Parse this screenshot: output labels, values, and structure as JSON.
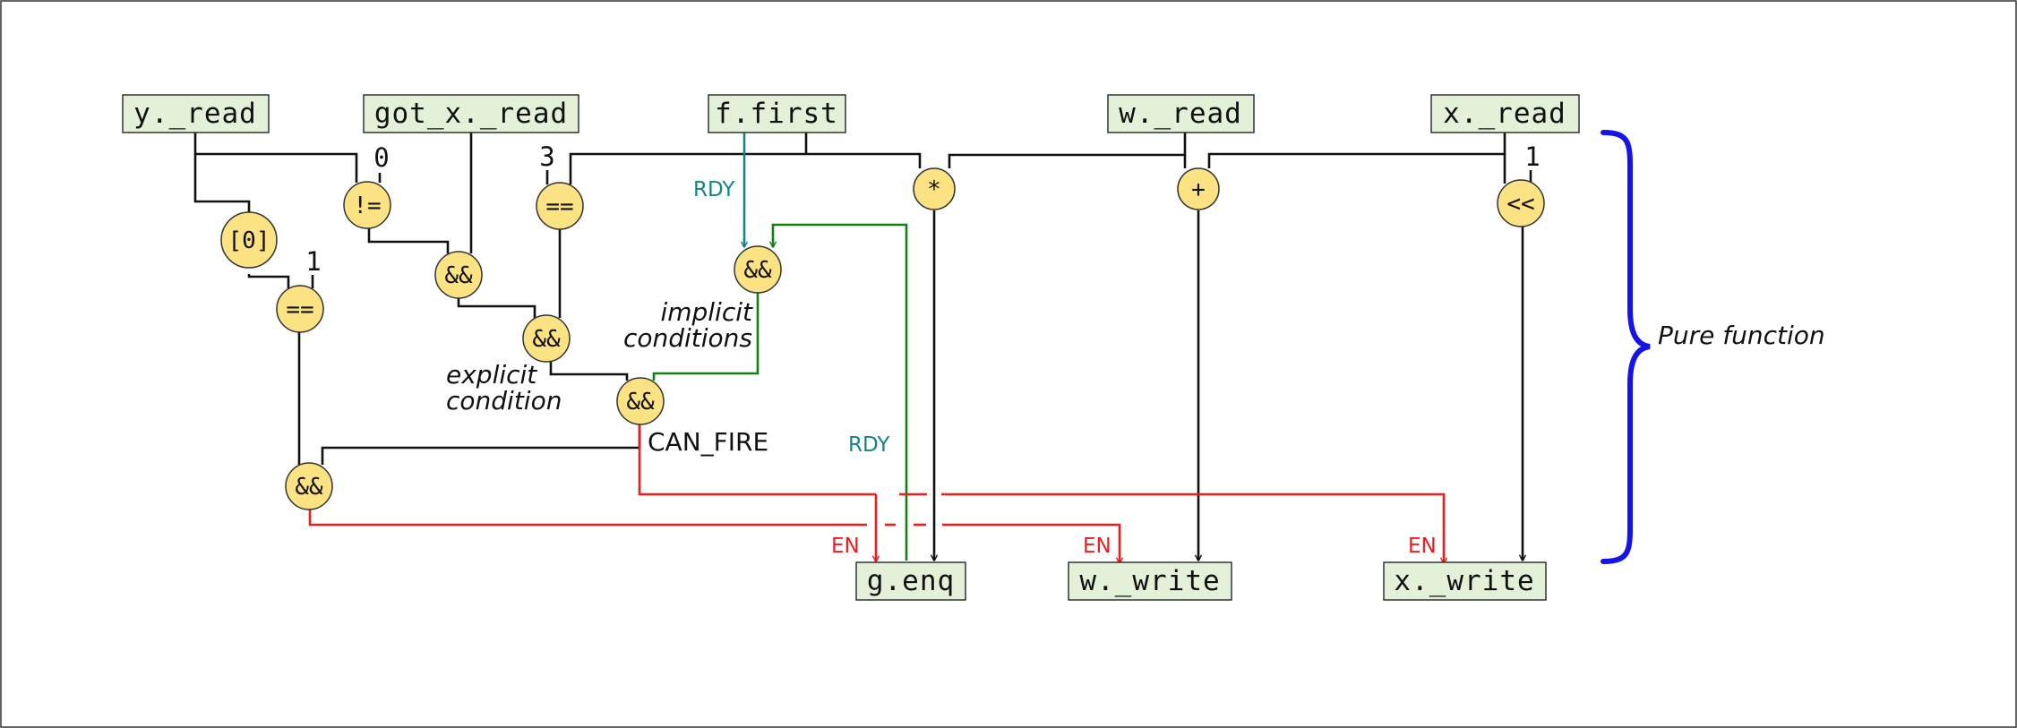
{
  "colors": {
    "box_fill": "#e3f1d8",
    "op_fill": "#fbe283",
    "wire": "#111111",
    "rdy_wire": "#128012",
    "rdy_label": "#138585",
    "en_wire": "#ee1c1c",
    "brace": "#1414e6"
  },
  "methods": {
    "y_read": "y._read",
    "got_x_read": "got_x._read",
    "f_first": "f.first",
    "w_read": "w._read",
    "x_read": "x._read",
    "g_enq": "g.enq",
    "w_write": "w._write",
    "x_write": "x._write"
  },
  "ops": {
    "neq": "!=",
    "index": "[0]",
    "eq_y": "==",
    "and_a": "&&",
    "eq_3": "==",
    "and_b": "&&",
    "and_rdy": "&&",
    "and_can": "&&",
    "and_final": "&&",
    "mul": "*",
    "add": "+",
    "shl": "<<"
  },
  "constants": {
    "c_neq": "0",
    "c_eq_y": "1",
    "c_eq_3": "3",
    "c_shl": "1"
  },
  "labels": {
    "rdy_top": "RDY",
    "rdy_right": "RDY",
    "implicit_1": "implicit",
    "implicit_2": "conditions",
    "explicit_1": "explicit",
    "explicit_2": "condition",
    "can_fire": "CAN_FIRE",
    "en_g": "EN",
    "en_w": "EN",
    "en_x": "EN",
    "pure_function": "Pure function"
  }
}
